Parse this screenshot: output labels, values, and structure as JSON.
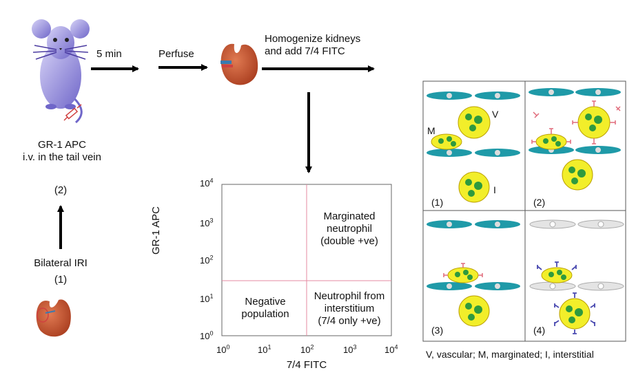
{
  "steps": {
    "mouse_caption_line1": "GR-1 APC",
    "mouse_caption_line2": "i.v. in the tail vein",
    "step2_label": "(2)",
    "step1_title": "Bilateral IRI",
    "step1_label": "(1)",
    "arrow1_label": "5 min",
    "arrow2_label": "Perfuse",
    "arrow3_label_line1": "Homogenize kidneys",
    "arrow3_label_line2": "and add 7/4 FITC"
  },
  "flow_plot": {
    "y_axis_label": "GR-1 APC",
    "x_axis_label": "7/4 FITC",
    "tick_base": "10",
    "x_tick_exponents": [
      "0",
      "1",
      "2",
      "3",
      "4"
    ],
    "y_tick_exponents": [
      "4",
      "3",
      "2",
      "1",
      "0"
    ],
    "quadrant_upper_right": [
      "Marginated",
      "neutrophil",
      "(double +ve)"
    ],
    "quadrant_lower_left": [
      "Negative",
      "population"
    ],
    "quadrant_lower_right": [
      "Neutrophil from",
      "interstitium",
      "(7/4 only +ve)"
    ]
  },
  "schematic": {
    "panel_labels": [
      "(1)",
      "(2)",
      "(3)",
      "(4)"
    ],
    "cell_label_vascular": "V",
    "cell_label_marginated": "M",
    "cell_label_interstitial": "I",
    "caption": "V, vascular; M, marginated; I, interstitial"
  },
  "colors": {
    "mouse": "#8a82d6",
    "kidney": "#c0502e",
    "endothelium": "#1f9aa8",
    "cell": "#f2ee2a",
    "nucleus": "#2e9a3e",
    "apc_antibody": "#e06a7a",
    "fitc_antibody": "#4a4ab0",
    "gate_line": "#e58aa0"
  }
}
